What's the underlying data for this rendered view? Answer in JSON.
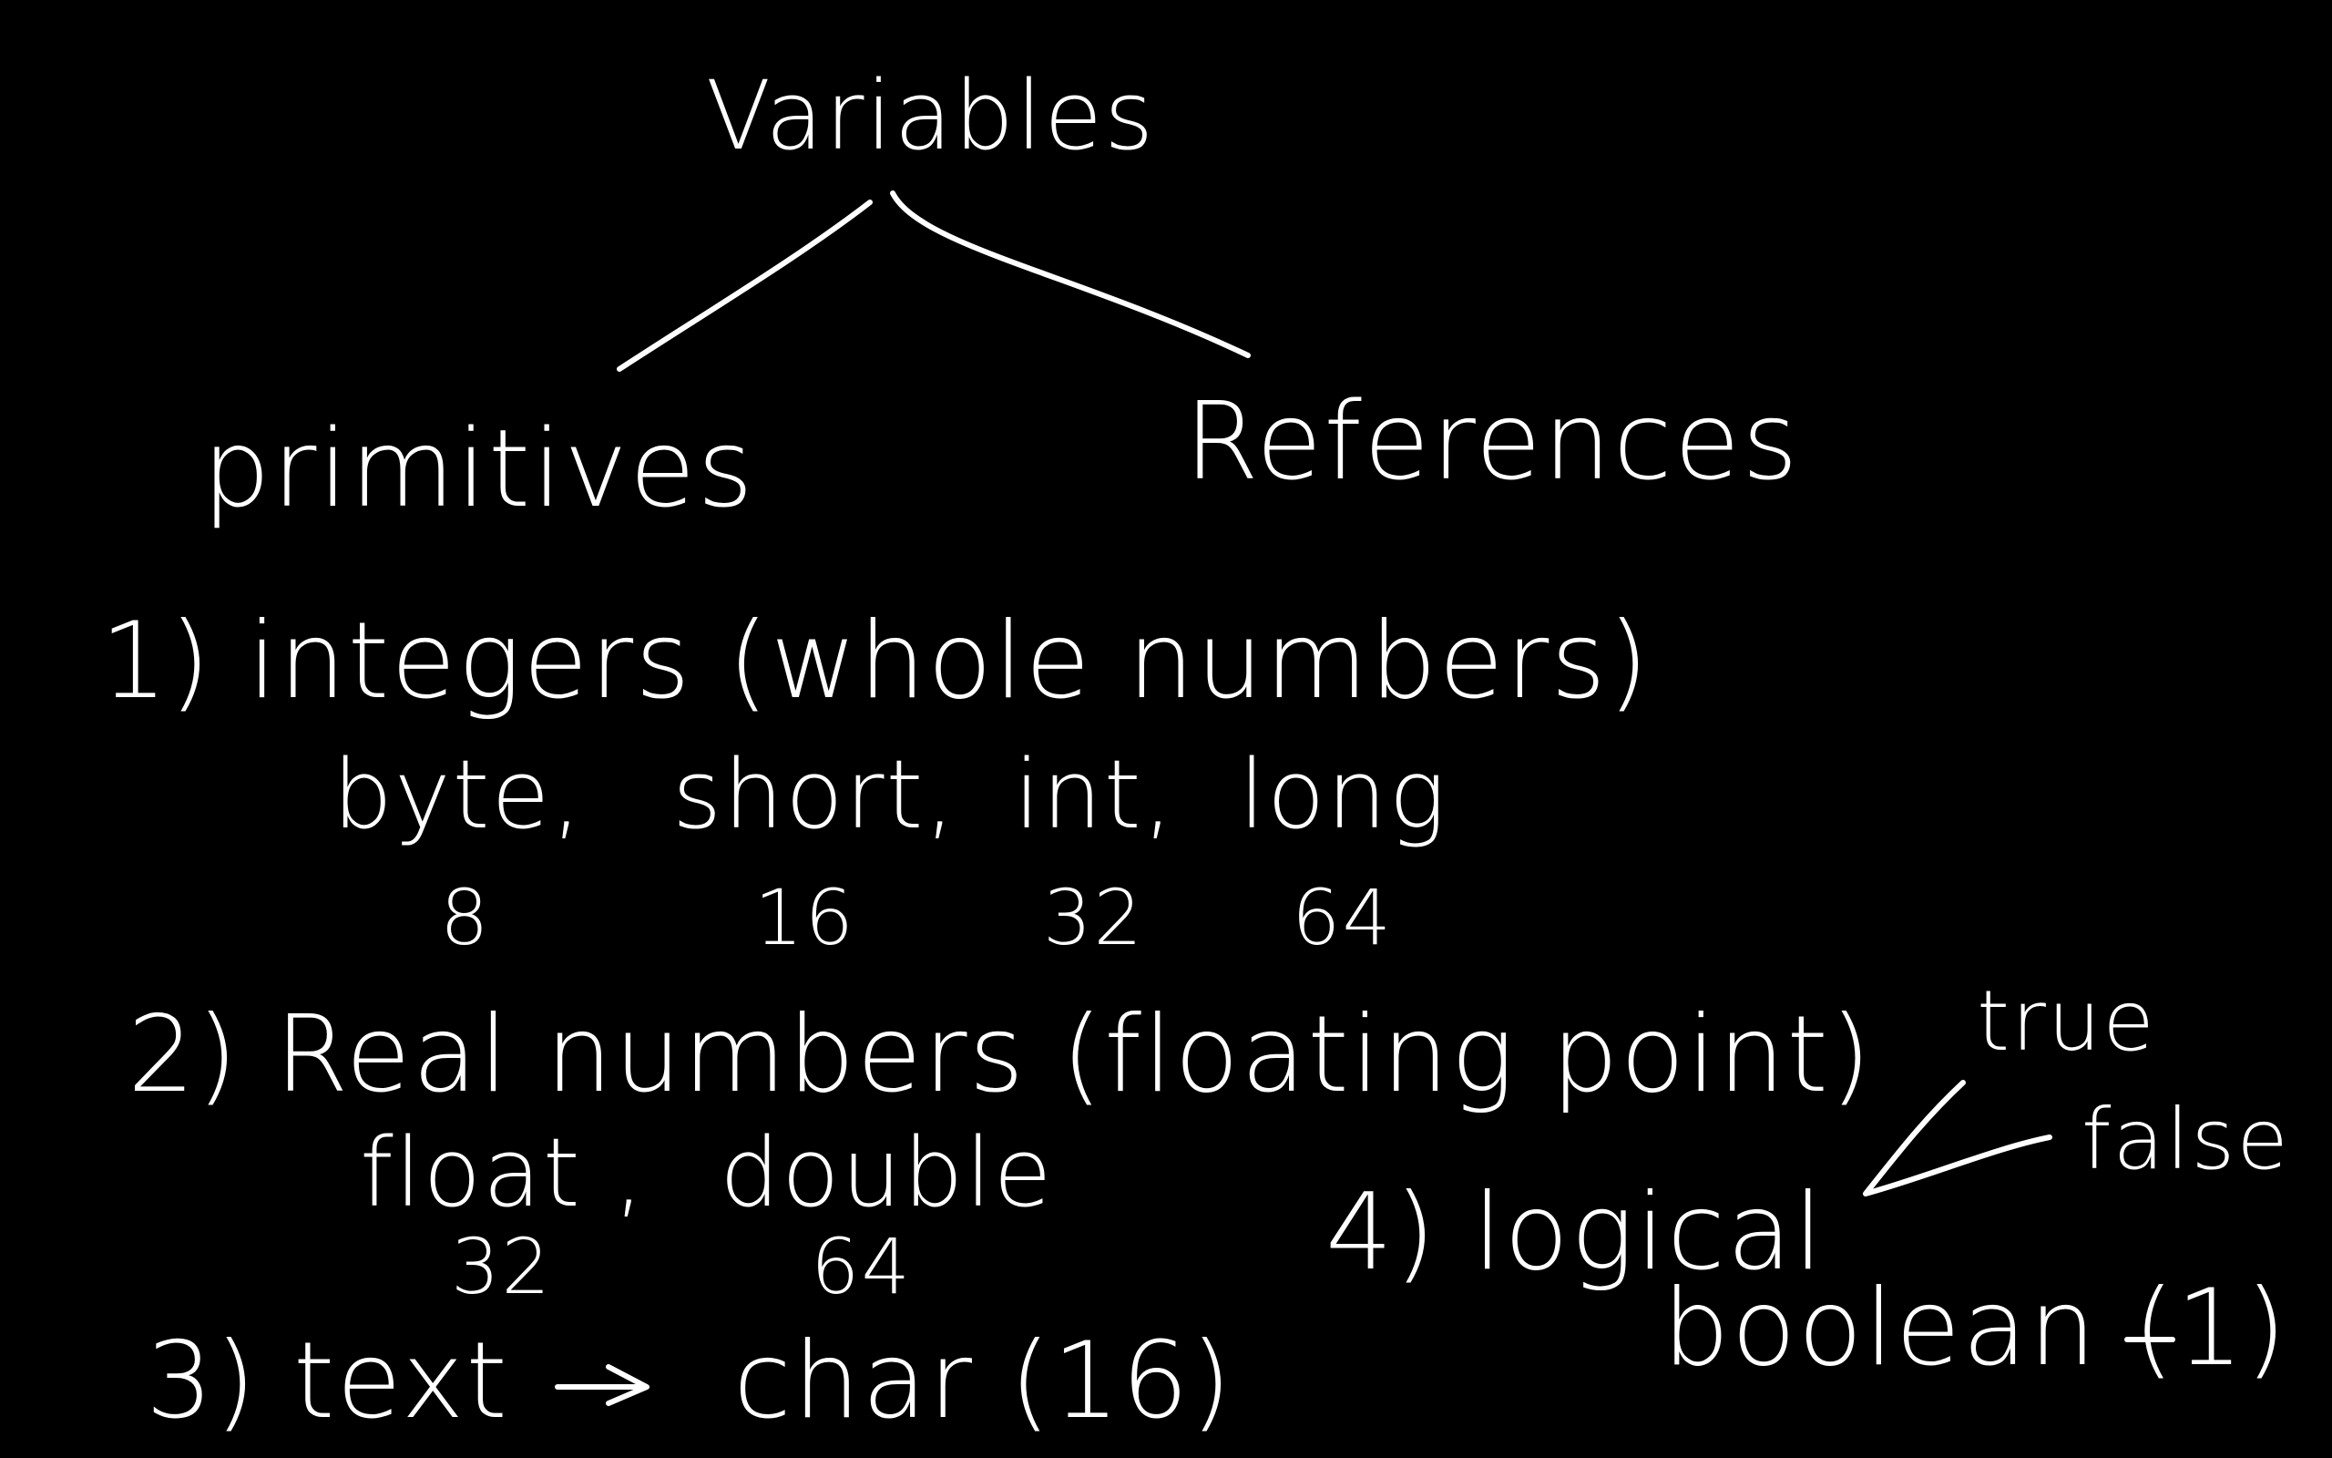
{
  "diagram": {
    "root": "Variables",
    "primitives": {
      "label": "primitives",
      "integers": {
        "heading": "1) integers (whole numbers)",
        "types": [
          {
            "name": "byte,",
            "bits": "8"
          },
          {
            "name": "short,",
            "bits": "16"
          },
          {
            "name": "int,",
            "bits": "32"
          },
          {
            "name": "long",
            "bits": "64"
          }
        ]
      },
      "real": {
        "heading": "2) Real numbers (floating point)",
        "types": [
          {
            "name": "float ,",
            "bits": "32"
          },
          {
            "name": "double",
            "bits": "64"
          }
        ]
      },
      "text": {
        "heading": "3) text",
        "type": "char (16)"
      },
      "logical": {
        "heading": "4) logical",
        "type": "boolean (1)",
        "values": [
          "true",
          "false"
        ]
      }
    },
    "references": {
      "label": "References"
    }
  },
  "colors": {
    "background": "#000000",
    "ink": "#ffffff"
  }
}
